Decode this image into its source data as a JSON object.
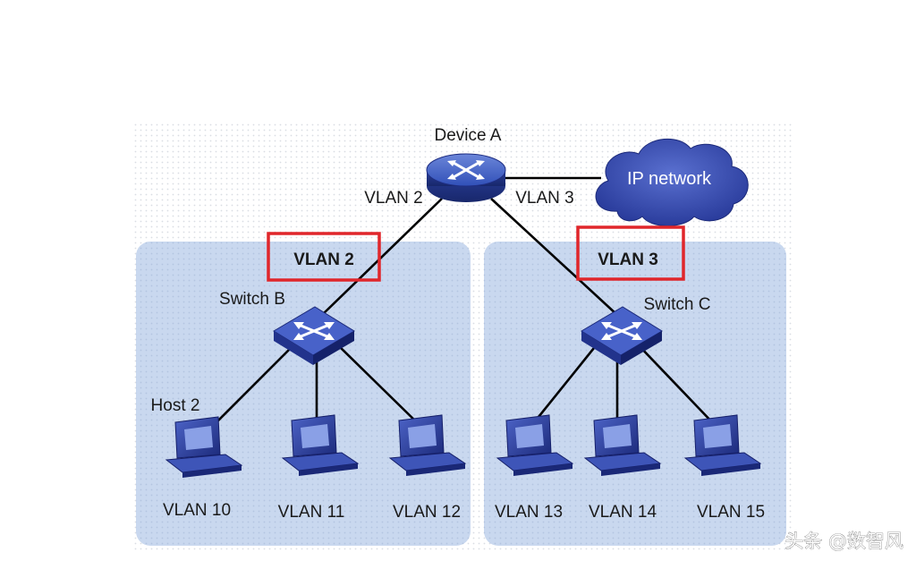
{
  "devices": {
    "device_a": "Device A",
    "switch_b": "Switch B",
    "switch_c": "Switch C",
    "host_2": "Host 2"
  },
  "cloud_label": "IP network",
  "uplinks": {
    "left": "VLAN 2",
    "right": "VLAN 3"
  },
  "groups": {
    "left_box": "VLAN 2",
    "right_box": "VLAN 3"
  },
  "hosts": [
    "VLAN 10",
    "VLAN 11",
    "VLAN 12",
    "VLAN 13",
    "VLAN 14",
    "VLAN 15"
  ],
  "watermark": "头条 @数智风",
  "colors": {
    "group_fill": "#c7d6ee",
    "device_blue": "#2b3f9b",
    "highlight_red": "#e0262b",
    "link_black": "#000000"
  }
}
